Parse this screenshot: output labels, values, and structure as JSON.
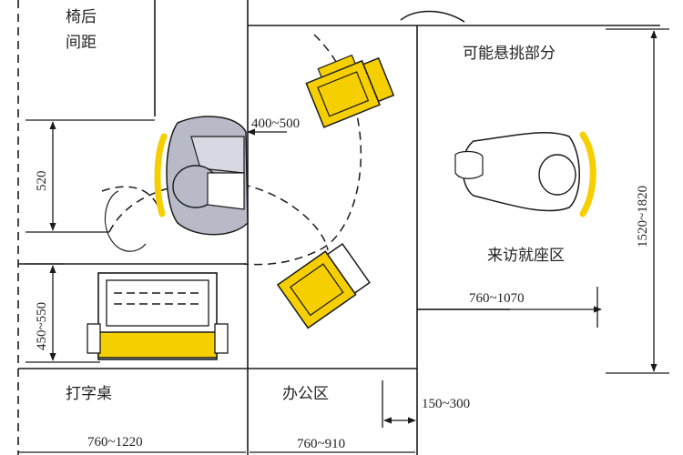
{
  "labels": {
    "chair_back_clearance": "椅后\n间距",
    "overhang": "可能悬挑部分",
    "visitor_zone": "来访就座区",
    "typing_desk": "打字桌",
    "office_zone": "办公区"
  },
  "dimensions": {
    "chair_gap": "400~500",
    "left_520": "520",
    "left_450_550": "450~550",
    "right_1520_1820": "1520~1820",
    "visitor_760_1070": "760~1070",
    "gap_150_300": "150~300",
    "bottom_760_1220": "760~1220",
    "bottom_760_910": "760~910"
  },
  "colors": {
    "furniture_yellow": "#f5cf00",
    "person_gray": "#b8bac8",
    "line": "#1a1a1a"
  }
}
